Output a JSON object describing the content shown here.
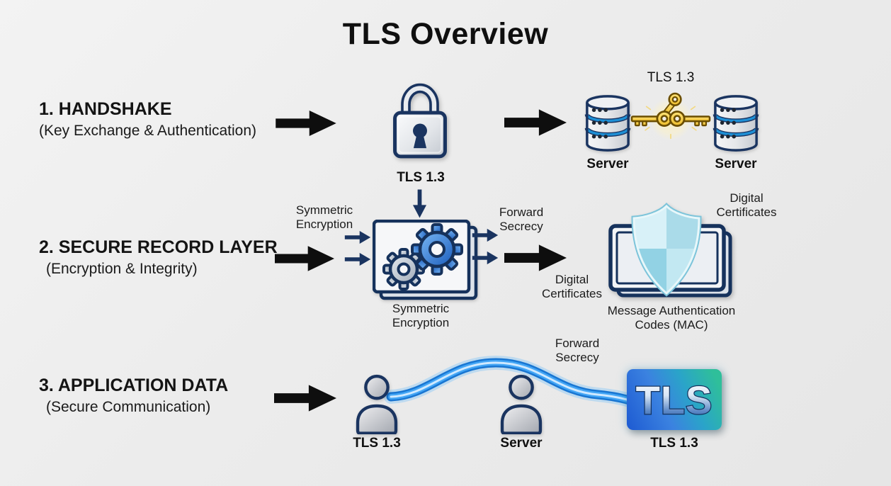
{
  "title": "TLS Overview",
  "colors": {
    "background": "#ececec",
    "navy_outline": "#1a3460",
    "arrow_black": "#0e0e0e",
    "server_stripe_blue": "#1e8fd5",
    "key_gold": "#f2c53d",
    "gear_blue": "#3c82d8",
    "shield_cyan": "#a9dcec",
    "wave_blue": "#1e88e5",
    "badge_gradient_start": "#1d5ad2",
    "badge_gradient_end": "#2fbf9a"
  },
  "rows": [
    {
      "heading": "1. HANDSHAKE",
      "subheading": "(Key Exchange & Authentication)",
      "lock_caption": "TLS 1.3",
      "keys_title": "TLS 1.3",
      "server_left_label": "Server",
      "server_right_label": "Server"
    },
    {
      "heading": "2. SECURE RECORD LAYER",
      "subheading": "(Encryption & Integrity)",
      "input_label": "Symmetric Encryption",
      "box_caption": "Symmetric Encryption",
      "output_label": "Forward Secrecy",
      "arrow_caption": "Digital Certificates",
      "cert_label": "Digital Certificates",
      "shield_caption": "Message Authentication Codes (MAC)"
    },
    {
      "heading": "3. APPLICATION DATA",
      "subheading": "(Secure Communication)",
      "wave_label": "Forward Secrecy",
      "client_caption": "TLS 1.3",
      "server_caption": "Server",
      "badge_text": "TLS",
      "badge_caption": "TLS 1.3"
    }
  ]
}
